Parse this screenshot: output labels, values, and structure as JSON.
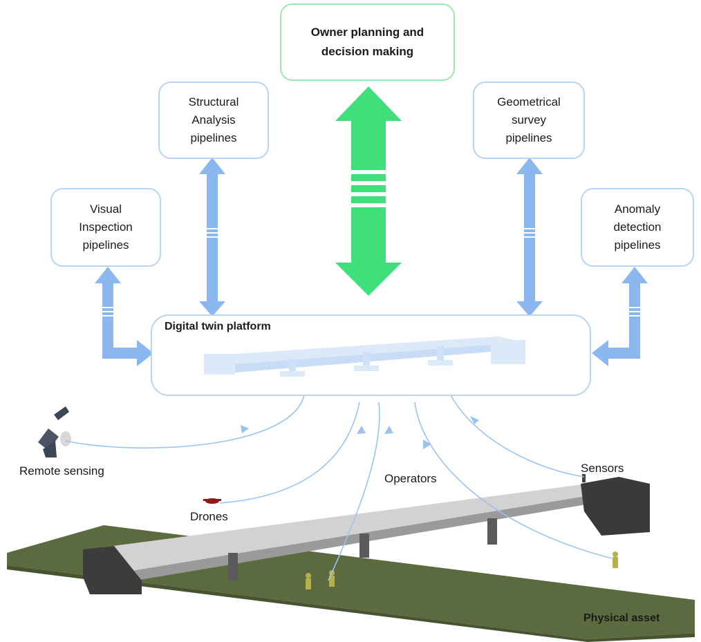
{
  "boxes": {
    "owner": "Owner planning and\ndecision making",
    "structural": "Structural\nAnalysis\npipelines",
    "geometrical": "Geometrical\nsurvey\npipelines",
    "visual": "Visual\nInspection\npipelines",
    "anomaly": "Anomaly\ndetection\npipelines"
  },
  "platform": {
    "title": "Digital twin platform"
  },
  "labels": {
    "remote_sensing": "Remote sensing",
    "operators": "Operators",
    "sensors": "Sensors",
    "drones": "Drones",
    "physical_asset": "Physical asset"
  },
  "colors": {
    "box_border": "#b9d3f0",
    "owner_border": "#9fe3b4",
    "blue_arrow": "#8ab8ee",
    "green_arrow": "#3fe07c",
    "ground": "#5c6a3f",
    "deck": "#c9c9c9"
  }
}
